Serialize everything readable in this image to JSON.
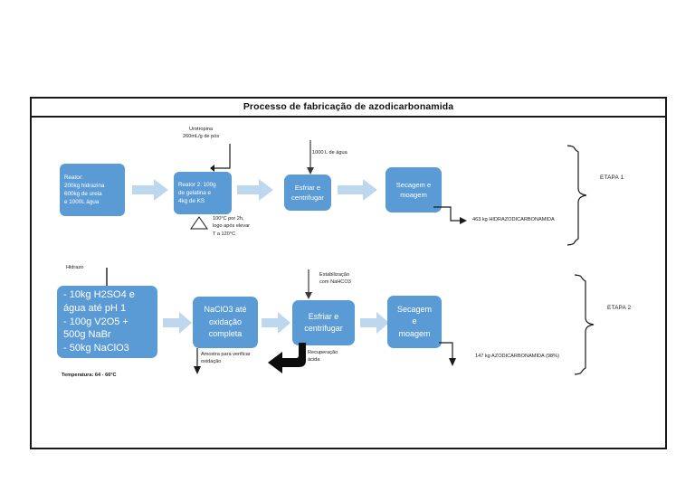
{
  "document": {
    "title": "Processo de fabricação de azodicarbonamida"
  },
  "colors": {
    "box_blue": "#5B9BD5",
    "arrow_blue": "#BDD7EE",
    "line_black": "#1a1a1a",
    "frame_border": "#1a1a1a",
    "text_white": "#ffffff"
  },
  "stage1": {
    "label": "ETAPA 1",
    "inputs": {
      "urotropina_line1": "Urotropina",
      "urotropina_line2": "260mL/g de pós",
      "water_label": "1000 L de água"
    },
    "boxes": [
      {
        "name": "reator-1",
        "lines": [
          "Reator:",
          "200kg hidrazina",
          "600kg de ureia",
          "e 1000L água"
        ]
      },
      {
        "name": "reator-2",
        "lines": [
          "Reator 2: 100g",
          "de gelatina e",
          "4kg de KS"
        ]
      },
      {
        "name": "esfriar-centrifugar",
        "lines": [
          "Esfriar e",
          "centrifugar"
        ]
      },
      {
        "name": "secagem-moagem",
        "lines": [
          "Secagem e",
          "moagem"
        ]
      }
    ],
    "temperature_note": [
      "100°C por 2h,",
      "logo após elevar",
      "T a 120°C"
    ],
    "output": "463 kg HIDRAZODICARBONAMIDA"
  },
  "stage2": {
    "label": "ETAPA 2",
    "inputs": {
      "hidrazo_label": "Hidrazo",
      "estabilizacao_line1": "Estabilização",
      "estabilizacao_line2": "com NaHCO3"
    },
    "boxes": [
      {
        "name": "reagentes",
        "lines": [
          "- 10kg H2SO4 e",
          "água até pH 1",
          "- 100g V2O5 +",
          "500g NaBr",
          "- 50kg NaClO3"
        ]
      },
      {
        "name": "oxidacao",
        "lines": [
          "NaClO3 até",
          "oxidação",
          "completa"
        ]
      },
      {
        "name": "esfriar-centrifugar",
        "lines": [
          "Esfriar e",
          "centrifugar"
        ]
      },
      {
        "name": "secagem-moagem",
        "lines": [
          "Secagem",
          "e",
          "moagem"
        ]
      }
    ],
    "temperature_note": "Temperatura: 64 - 66°C",
    "sample_note": [
      "Amostra para verificar",
      "oxidação"
    ],
    "recovery_note": [
      "Recuperação",
      "ácida"
    ],
    "output": "147 kg AZODICARBONAMIDA (98%)"
  }
}
